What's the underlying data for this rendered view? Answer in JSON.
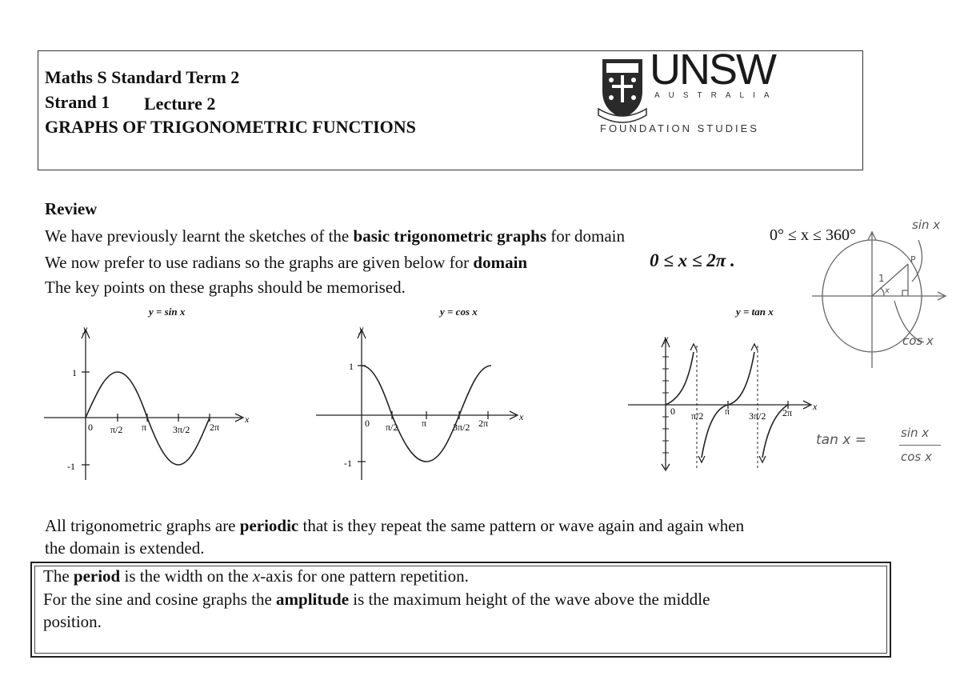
{
  "header": {
    "line1": "Maths S Standard Term 2",
    "line2a": "Strand 1",
    "line2b": "Lecture 2",
    "line3": "GRAPHS OF TRIGONOMETRIC FUNCTIONS",
    "logo_word": "UNSW",
    "logo_country": "AUSTRALIA",
    "logo_unit": "FOUNDATION STUDIES"
  },
  "review": {
    "heading": "Review",
    "p1_a": "We have previously learnt the sketches of the ",
    "p1_bold": "basic trigonometric graphs",
    "p1_b": " for domain ",
    "p1_domain": "0° ≤ x ≤ 360°",
    "p2_a": "We now prefer to use radians so the graphs are given below for ",
    "p2_bold": "domain",
    "p2_domain": "0 ≤ x ≤ 2π .",
    "p3": "The key points on these graphs should be memorised."
  },
  "graphs": {
    "sin_title": "y = sin x",
    "cos_title": "y = cos x",
    "tan_title": "y = tan x",
    "label_y": "y",
    "label_x": "x",
    "label_1": "1",
    "label_m1": "-1",
    "label_0": "0",
    "label_pi": "π",
    "label_2pi": "2π",
    "label_pi2": "π/2",
    "label_3pi2": "3π/2"
  },
  "handwriting": {
    "sinx": "sin x",
    "cosx": "cos x",
    "one": "1",
    "x": "x",
    "p": "P",
    "tan_lhs": "tan x =",
    "tan_num": "sin x",
    "tan_den": "cos x"
  },
  "body": {
    "periodic_a": "All trigonometric graphs are ",
    "periodic_bold": "periodic",
    "periodic_b": "  that is they repeat the same pattern or wave again and again when",
    "periodic_c": "the domain is extended.",
    "def1_a": "The ",
    "def1_bold": "period",
    "def1_b": " is the width on the ",
    "def1_x": "x",
    "def1_c": "-axis for one pattern repetition.",
    "def2_a": "For the sine and cosine graphs the ",
    "def2_bold": "amplitude",
    "def2_b": " is the maximum height of the wave above the middle",
    "def3": "position."
  }
}
